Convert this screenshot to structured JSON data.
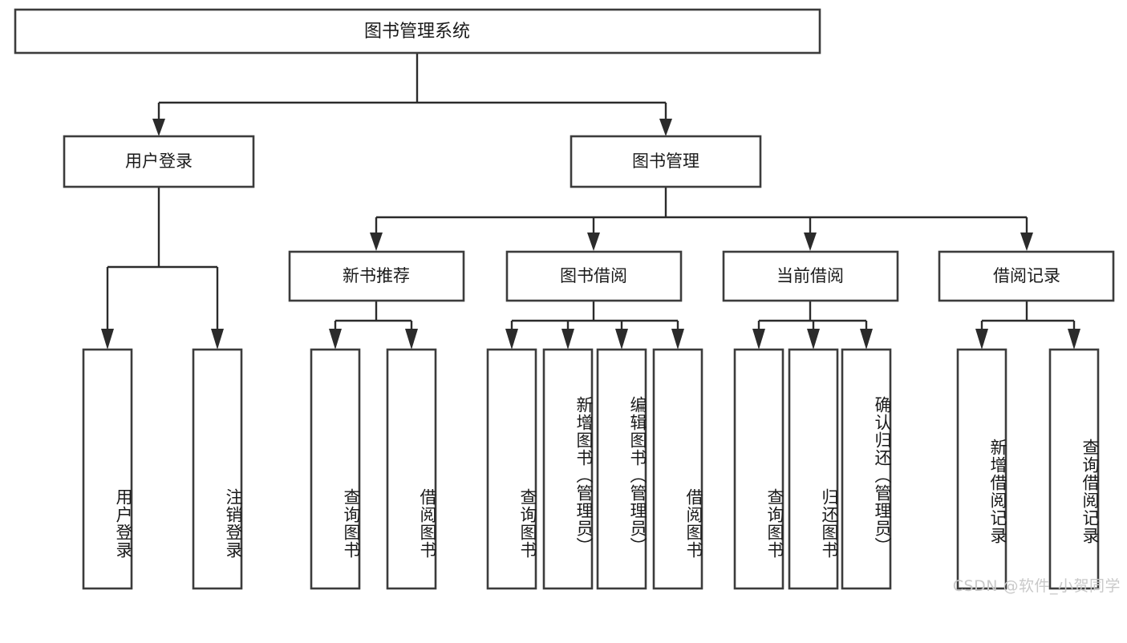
{
  "diagram": {
    "type": "tree",
    "title_node": {
      "label": "图书管理系统"
    },
    "level2": [
      {
        "label": "用户登录"
      },
      {
        "label": "图书管理"
      }
    ],
    "level3": [
      {
        "label": "新书推荐"
      },
      {
        "label": "图书借阅"
      },
      {
        "label": "当前借阅"
      },
      {
        "label": "借阅记录"
      }
    ],
    "leaves": {
      "user_login": [
        {
          "label": "用户登录"
        },
        {
          "label": "注销登录"
        }
      ],
      "new_book_recommend": [
        {
          "label": "查询图书"
        },
        {
          "label": "借阅图书"
        }
      ],
      "book_borrow": [
        {
          "label": "查询图书"
        },
        {
          "label": "新增图书（管理员）"
        },
        {
          "label": "编辑图书（管理员）"
        },
        {
          "label": "借阅图书"
        }
      ],
      "current_borrow": [
        {
          "label": "查询图书"
        },
        {
          "label": "归还图书"
        },
        {
          "label": "确认归还（管理员）"
        }
      ],
      "borrow_record": [
        {
          "label": "新增借阅记录"
        },
        {
          "label": "查询借阅记录"
        }
      ]
    }
  },
  "watermark": {
    "text": "CSDN @软件_小贺同学"
  },
  "colors": {
    "box_stroke": "#3c3c3c",
    "connector": "#2b2b2b",
    "text": "#1a1a1a",
    "background": "#ffffff",
    "watermark": "#c9c9c9"
  }
}
